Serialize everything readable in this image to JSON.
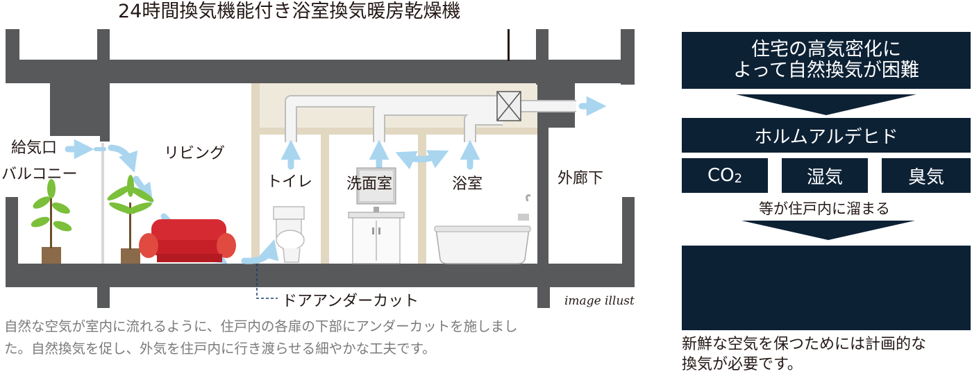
{
  "title": "24時間換気機能付き浴室換気暖房乾燥機",
  "rooms": {
    "intake": "給気口",
    "balcony": "バルコニー",
    "living": "リビング",
    "toilet": "トイレ",
    "washroom": "洗面室",
    "bathroom": "浴室",
    "corridor": "外廊下"
  },
  "door_undercut": "ドアアンダーカット",
  "image_note": "image illust",
  "caption_line1": "自然な空気が室内に流れるように、住戸内の各扉の下部にアンダーカットを施しまし",
  "caption_line2": "た。自然換気を促し、外気を住戸内に行き渡らせる細やかな工夫です。",
  "side": {
    "problem_line1": "住宅の高気密化に",
    "problem_line2": "よって自然換気が困難",
    "pollutant": "ホルムアルデヒド",
    "co2": "CO",
    "co2_sub": "2",
    "humidity": "湿気",
    "odor": "臭気",
    "accumulate": "等が住戸内に溜まる",
    "conclusion_line1": "新鮮な空気を保つためには計画的な",
    "conclusion_line2": "換気が必要です。"
  },
  "colors": {
    "wall": "#58595b",
    "navy": "#0d2135",
    "arrow": "#a9d5ef",
    "duct": "#f2f2f2",
    "beige": "#e7dfce",
    "sofa": "#d62a32"
  }
}
